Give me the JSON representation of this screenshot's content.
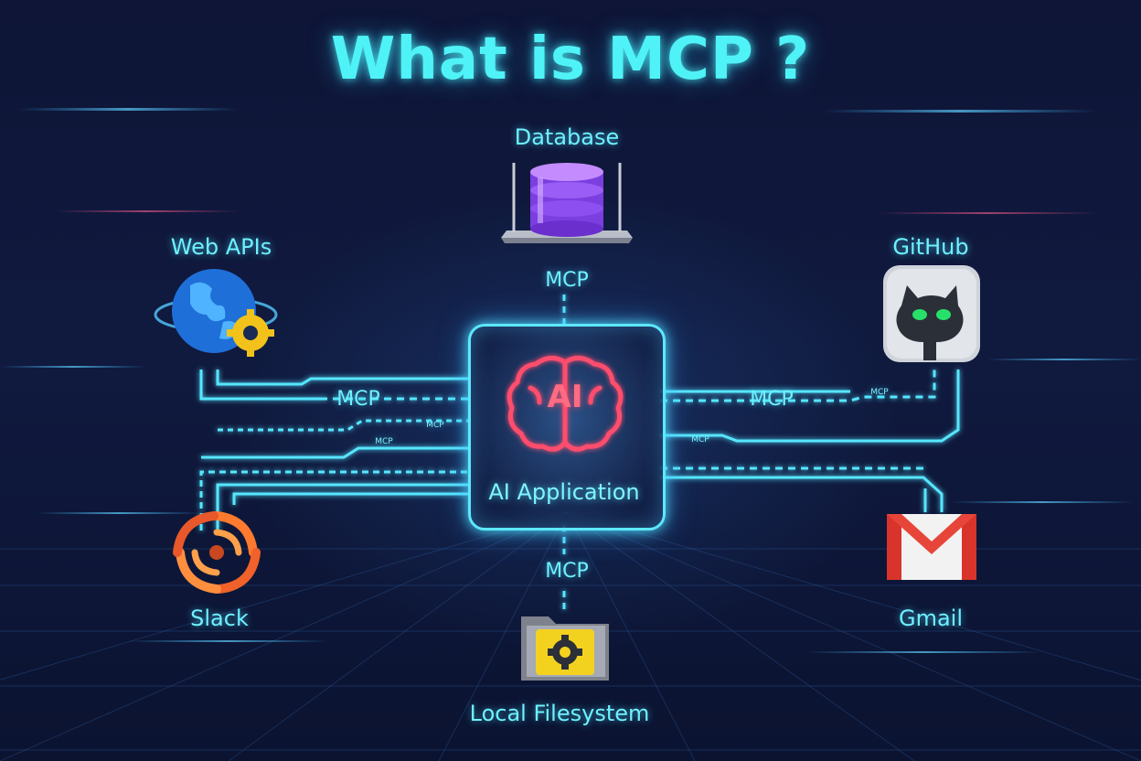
{
  "title": "What is MCP ?",
  "center": {
    "brain_text": "AI",
    "label": "AI Application"
  },
  "nodes": {
    "database": "Database",
    "web_apis": "Web APIs",
    "github": "GitHub",
    "slack": "Slack",
    "gmail": "Gmail",
    "local_filesystem": "Local Filesystem"
  },
  "connectors": {
    "top": "MCP",
    "left": "MCP",
    "right": "MCP",
    "bottom": "MCP",
    "small_left_1": "MCP",
    "small_left_2": "MCP",
    "small_right_1": "MCP",
    "small_right_2": "MCP"
  },
  "colors": {
    "accent": "#4ff3f7",
    "background": "#0e1536",
    "brain": "#ff4d6d"
  }
}
